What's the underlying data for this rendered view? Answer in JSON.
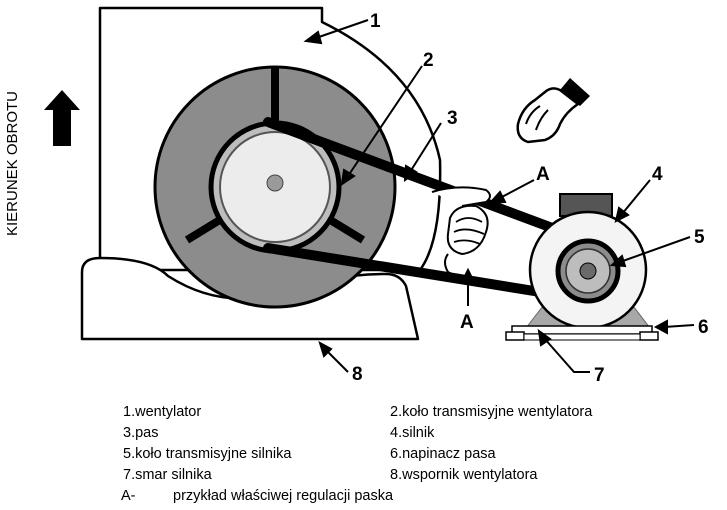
{
  "side_label": "KIERUNEK OBROTU",
  "callouts": {
    "c1": "1",
    "c2": "2",
    "c3": "3",
    "c4": "4",
    "c5": "5",
    "c6": "6",
    "c7": "7",
    "c8": "8",
    "a_top": "A",
    "a_bottom": "A"
  },
  "legend": {
    "items": [
      "1.wentylator",
      "2.koło transmisyjne wentylatora",
      "3.pas",
      "4.silnik",
      "5.koło transmisyjne silnika",
      "6.napinacz pasa",
      "7.smar silnika",
      "8.wspornik wentylatora"
    ],
    "note_key": "A-",
    "note_text": "przykład właściwej regulacji paska"
  },
  "colors": {
    "outline": "#000000",
    "pulley_gray": "#8c8c8c",
    "hub_light": "#ececec",
    "hub_mid": "#bdbdbd",
    "motor_body": "#f4f4f4",
    "motor_box": "#555555",
    "mount_gray": "#a8a8a8"
  },
  "icons": {
    "rotation": "up-arrow-icon",
    "pointer": "pointing-hand-icon",
    "belt_check": "pressing-hand-icon"
  }
}
